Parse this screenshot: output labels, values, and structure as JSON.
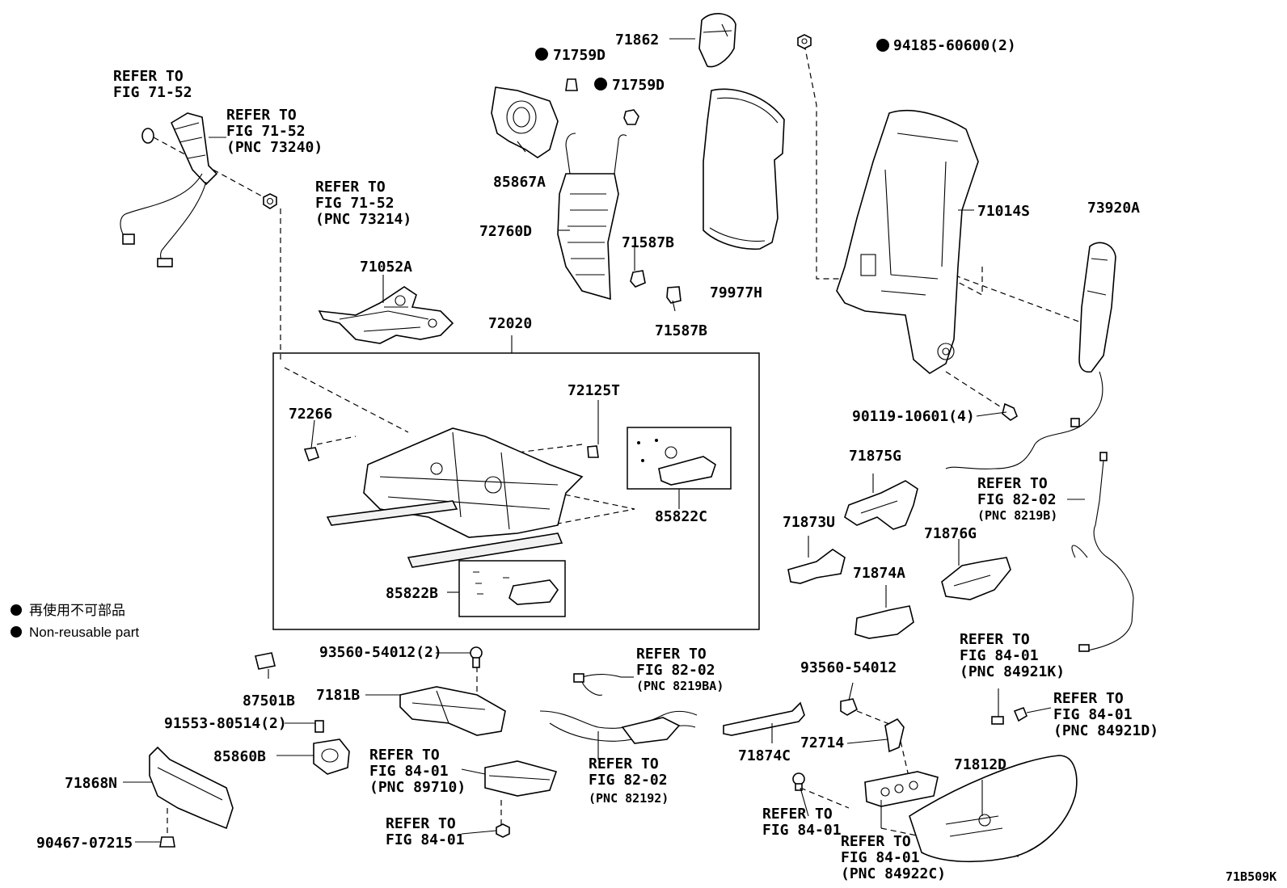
{
  "diagram_code": "71B509K",
  "legend": {
    "jp": "再使用不可部品",
    "en": "Non-reusable part"
  },
  "labels": {
    "refer_71_52_top": [
      "REFER TO",
      "FIG 71-52"
    ],
    "refer_73240": [
      "REFER TO",
      "FIG 71-52",
      "(PNC 73240)"
    ],
    "refer_73214": [
      "REFER TO",
      "FIG 71-52",
      "(PNC 73214)"
    ],
    "p71759D_a": "71759D",
    "p71759D_b": "71759D",
    "p71862": "71862",
    "p94185": "94185-60600(2)",
    "p85867A": "85867A",
    "p72760D": "72760D",
    "p71587B_a": "71587B",
    "p71587B_b": "71587B",
    "p79977H": "79977H",
    "p71014S": "71014S",
    "p73920A": "73920A",
    "p71052A": "71052A",
    "p72020": "72020",
    "p72266": "72266",
    "p72125T": "72125T",
    "p85822C": "85822C",
    "p85822B": "85822B",
    "p90119": "90119-10601(4)",
    "p71875G": "71875G",
    "p71873U": "71873U",
    "p71876G": "71876G",
    "p71874A": "71874A",
    "refer_8219B": [
      "REFER TO",
      "FIG 82-02",
      "(PNC 8219B)"
    ],
    "p93560_2": "93560-54012(2)",
    "refer_8219BA": [
      "REFER TO",
      "FIG 82-02",
      "(PNC 8219BA)"
    ],
    "p87501B": "87501B",
    "p7181B": "7181B",
    "p91553": "91553-80514(2)",
    "p85860B": "85860B",
    "p71868N": "71868N",
    "p90467": "90467-07215",
    "refer_89710": [
      "REFER TO",
      "FIG 84-01",
      "(PNC 89710)"
    ],
    "refer_84_01_a": [
      "REFER TO",
      "FIG 84-01"
    ],
    "refer_82192": [
      "REFER TO",
      "FIG 82-02",
      "(PNC 82192)"
    ],
    "p71874C": "71874C",
    "p93560": "93560-54012",
    "p72714": "72714",
    "refer_84_01_b": [
      "REFER TO",
      "FIG 84-01"
    ],
    "refer_84922C": [
      "REFER TO",
      "FIG 84-01",
      "(PNC 84922C)"
    ],
    "p71812D": "71812D",
    "refer_84921K": [
      "REFER TO",
      "FIG 84-01",
      "(PNC 84921K)"
    ],
    "refer_84921D": [
      "REFER TO",
      "FIG 84-01",
      "(PNC 84921D)"
    ]
  }
}
